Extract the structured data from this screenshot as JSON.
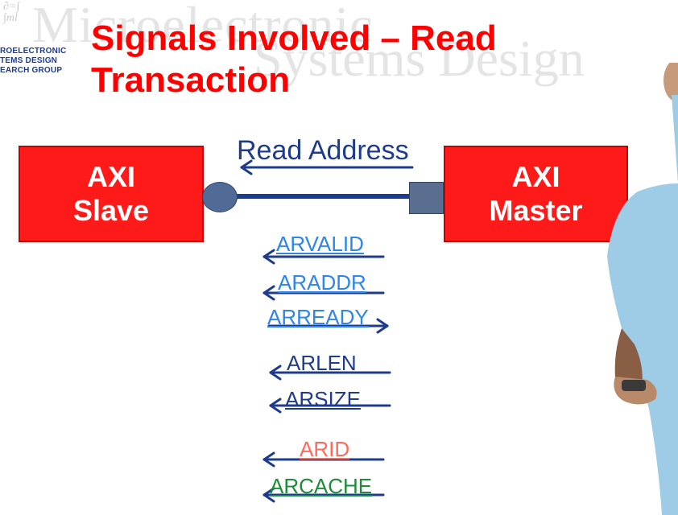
{
  "watermark": {
    "line1": "Microelectronic",
    "line2": "Systems Design"
  },
  "logo": {
    "line1": "ROELECTRONIC",
    "line2": "TEMS DESIGN",
    "line3": "EARCH GROUP"
  },
  "title": {
    "line1": "Signals Involved – Read",
    "line2": "Transaction"
  },
  "slave_box": {
    "line1": "AXI",
    "line2": "Slave"
  },
  "master_box": {
    "line1": "AXI",
    "line2": "Master"
  },
  "bus": {
    "label": "Read Address"
  },
  "signals": [
    {
      "name": "ARVALID",
      "color": "#2e86e6",
      "direction": "to-slave"
    },
    {
      "name": "ARADDR",
      "color": "#2e86e6",
      "direction": "to-slave"
    },
    {
      "name": "ARREADY",
      "color": "#2e86e6",
      "direction": "to-master"
    },
    {
      "name": "ARLEN",
      "color": "#1f3c8c",
      "direction": "to-slave"
    },
    {
      "name": "ARSIZE",
      "color": "#1f3c8c",
      "direction": "to-slave"
    },
    {
      "name": "ARID",
      "color": "#ff6a5a",
      "direction": "to-slave"
    },
    {
      "name": "ARCACHE",
      "color": "#1e8c3a",
      "direction": "to-slave"
    }
  ],
  "colors": {
    "title": "#ff0000",
    "box_fill": "#ff1a1a",
    "bus": "#1f3c8c",
    "arrow": "#1f3c8c"
  }
}
